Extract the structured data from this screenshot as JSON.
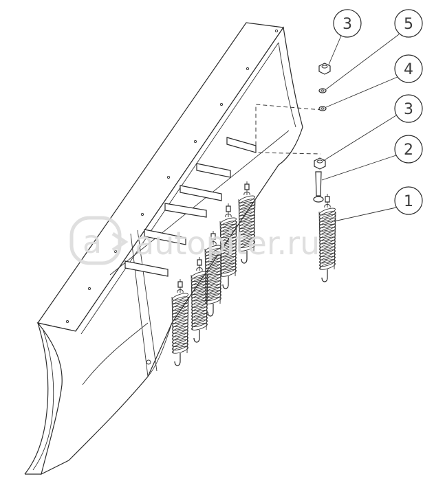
{
  "diagram": {
    "callouts": [
      {
        "id": "c1",
        "label": "3"
      },
      {
        "id": "c2",
        "label": "5"
      },
      {
        "id": "c3",
        "label": "4"
      },
      {
        "id": "c4",
        "label": "3"
      },
      {
        "id": "c5",
        "label": "2"
      },
      {
        "id": "c6",
        "label": "1"
      }
    ],
    "watermark": {
      "logo_glyph": "a",
      "text": "autopiter.ru"
    }
  },
  "colors": {
    "line": "#2a2a2a",
    "background": "#ffffff",
    "watermark": "#dcdcdc"
  }
}
